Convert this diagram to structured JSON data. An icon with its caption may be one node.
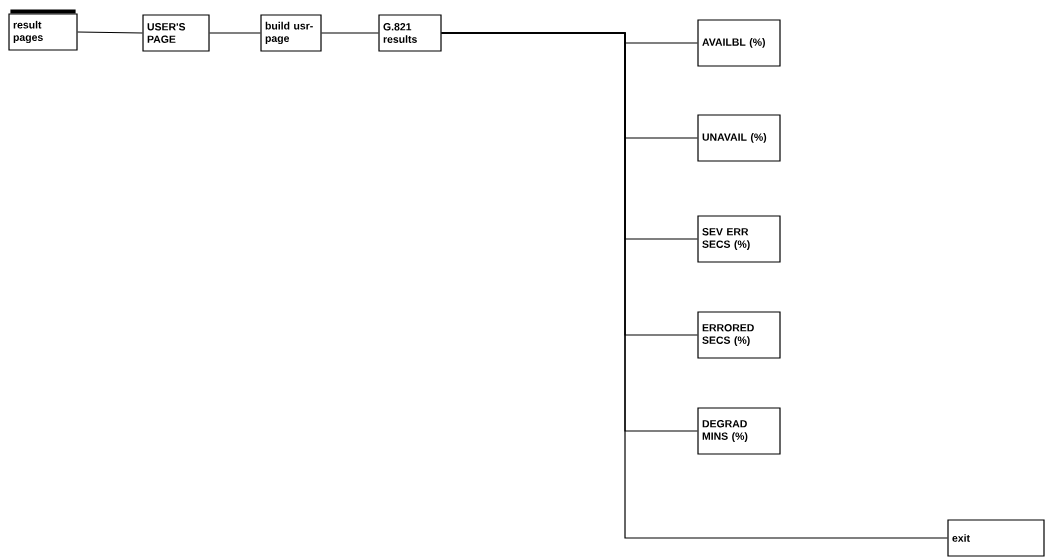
{
  "diagram": {
    "nodes": [
      {
        "text": [
          "result pages"
        ]
      },
      {
        "text": [
          "USER'S PAGE"
        ]
      },
      {
        "text": [
          "build usr-page"
        ]
      },
      {
        "text": [
          "G.821 results"
        ]
      },
      {
        "text": [
          "AVAILBL (%)"
        ]
      },
      {
        "text": [
          "UNAVAIL (%)"
        ]
      },
      {
        "text": [
          "SEV ERR SECS (%)"
        ]
      },
      {
        "text": [
          "ERRORED SECS (%)"
        ]
      },
      {
        "text": [
          "DEGRAD MINS (%)"
        ]
      },
      {
        "text": [
          "exit"
        ]
      }
    ],
    "edges": [
      {
        "from": 0,
        "to": 1,
        "arrow": "none"
      },
      {
        "from": 1,
        "to": 2,
        "arrow": "none"
      },
      {
        "from": 2,
        "to": 3,
        "arrow": "none"
      },
      {
        "from": 3,
        "to": 4,
        "arrow": "none"
      },
      {
        "from": 3,
        "to": 5,
        "arrow": "none"
      },
      {
        "from": 3,
        "to": 6,
        "arrow": "none"
      },
      {
        "from": 3,
        "to": 7,
        "arrow": "none"
      },
      {
        "from": 3,
        "to": 8,
        "arrow": "none"
      },
      {
        "from": 3,
        "to": 9,
        "arrow": "none"
      }
    ]
  }
}
